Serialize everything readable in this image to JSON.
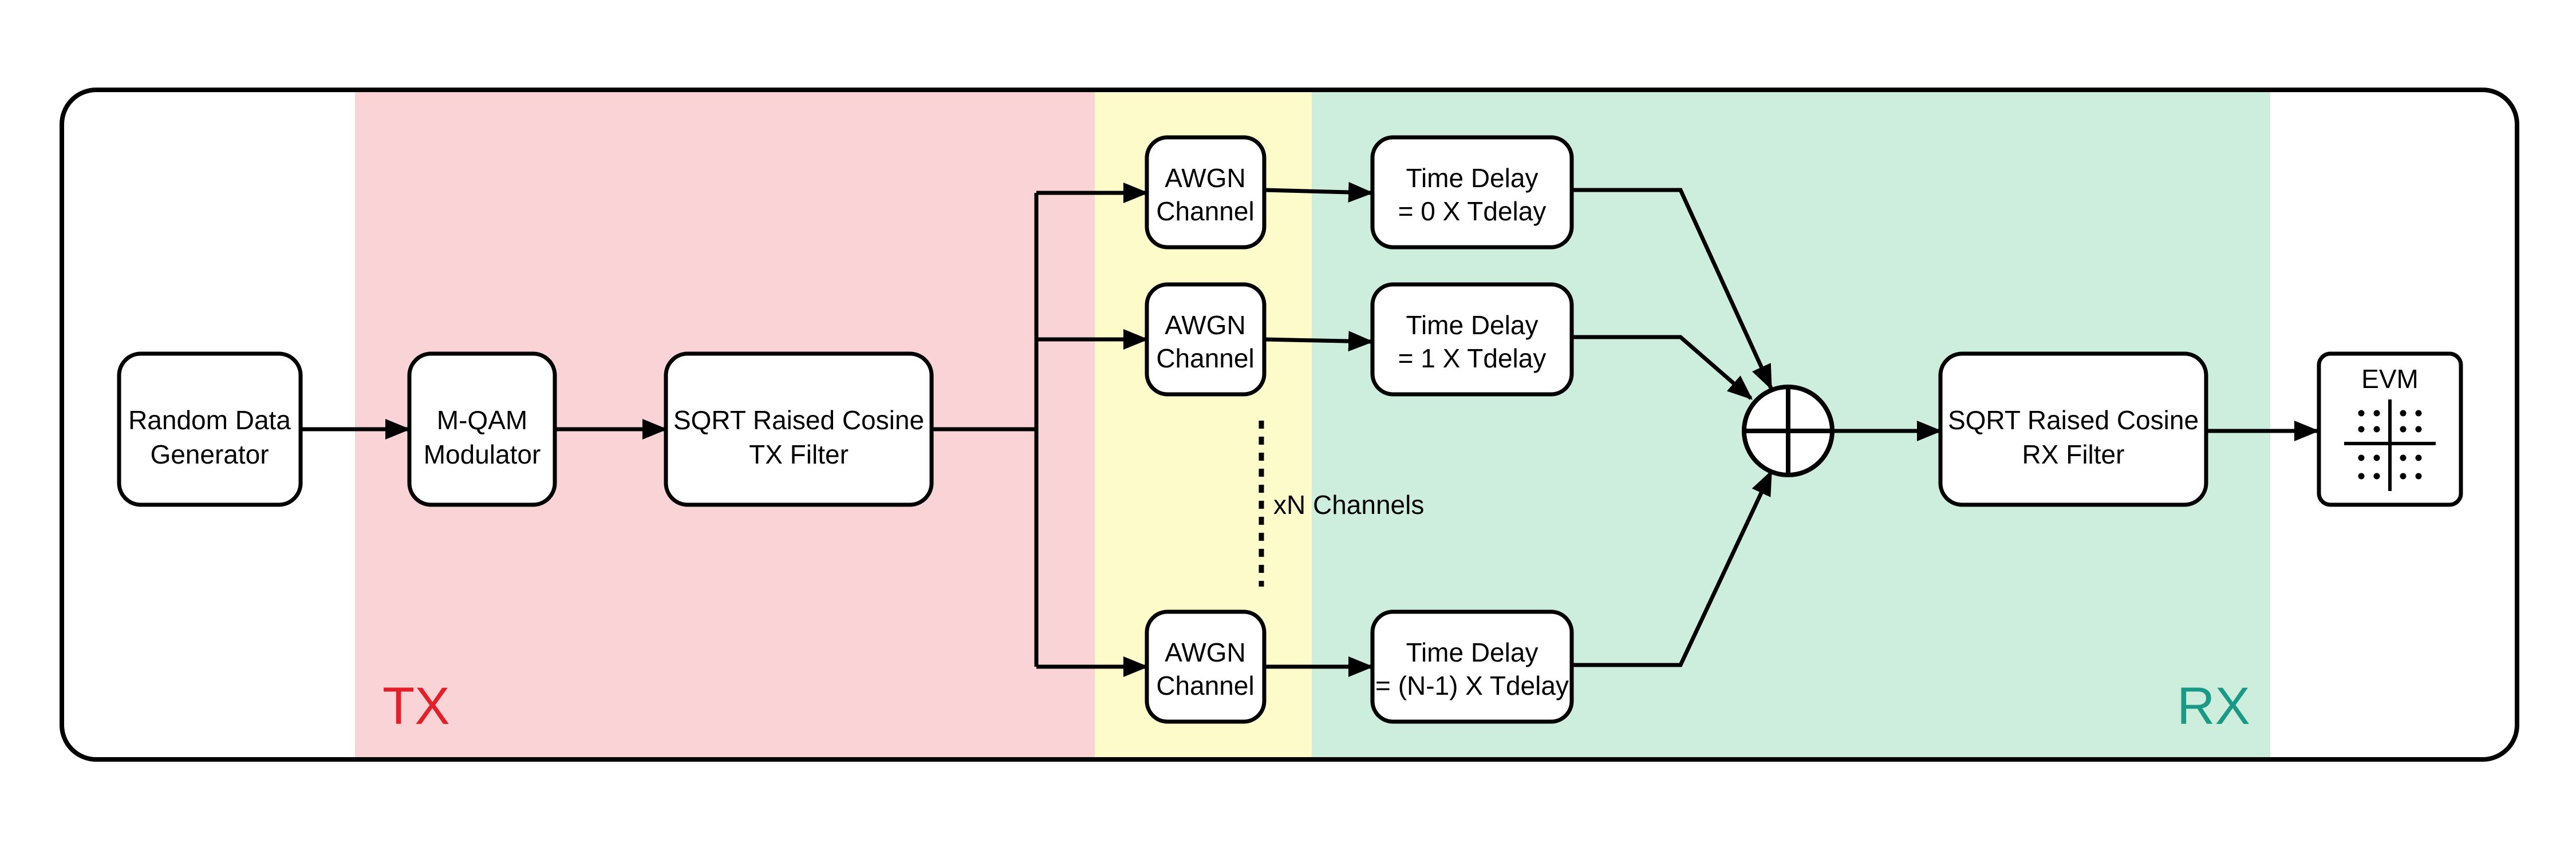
{
  "colors": {
    "tx_region": "#f9d3d5",
    "channel_region": "#fdfbc9",
    "rx_region": "#cdeddd",
    "tx_label": "#e3202a",
    "rx_label": "#1a9a86"
  },
  "regions": {
    "tx_label": "TX",
    "rx_label": "RX"
  },
  "blocks": {
    "random_data_generator": [
      "Random Data",
      "Generator"
    ],
    "mqam_modulator": [
      "M-QAM",
      "Modulator"
    ],
    "tx_filter": [
      "SQRT Raised Cosine",
      "TX Filter"
    ],
    "awgn_1": [
      "AWGN",
      "Channel"
    ],
    "awgn_2": [
      "AWGN",
      "Channel"
    ],
    "awgn_n": [
      "AWGN",
      "Channel"
    ],
    "delay_1": [
      "Time Delay",
      "= 0 X Tdelay"
    ],
    "delay_2": [
      "Time Delay",
      "= 1 X Tdelay"
    ],
    "delay_n": [
      "Time Delay",
      "= (N-1) X Tdelay"
    ],
    "rx_filter": [
      "SQRT Raised Cosine",
      "RX Filter"
    ],
    "evm": "EVM"
  },
  "annotations": {
    "channels_note": "xN Channels"
  },
  "icons": {
    "summer": "summing-junction-icon",
    "constellation": "constellation-icon"
  }
}
